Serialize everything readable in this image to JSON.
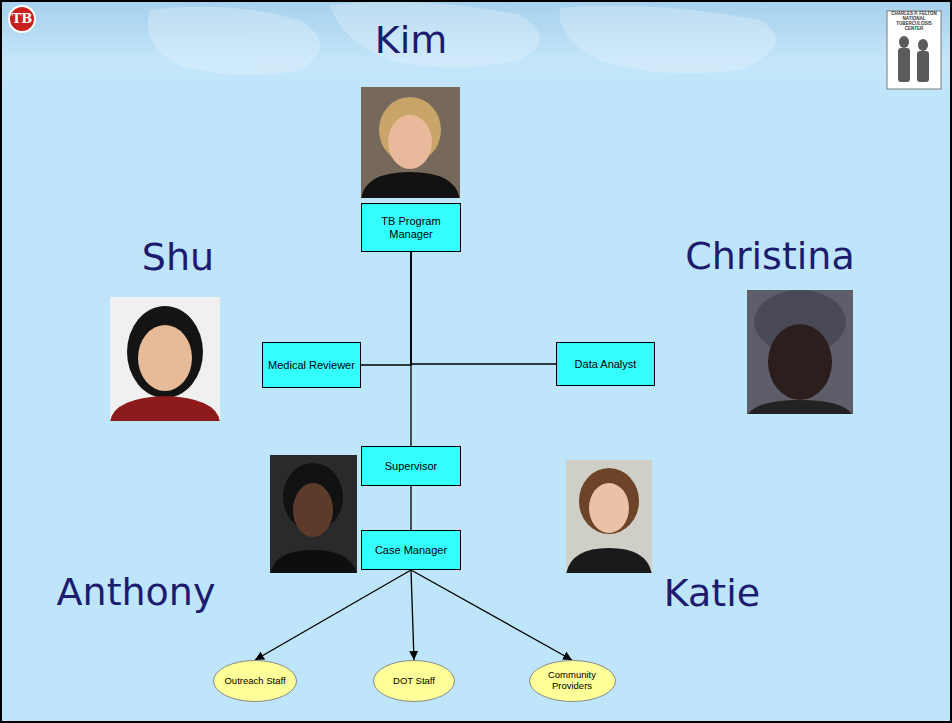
{
  "diagram": {
    "nodes": [
      {
        "text": [
          "TB Program Manager"
        ]
      },
      {
        "text": [
          "Medical Reviewer"
        ]
      },
      {
        "text": [
          "Data Analyst"
        ]
      },
      {
        "text": [
          "Supervisor"
        ]
      },
      {
        "text": [
          "Case Manager"
        ]
      },
      {
        "text": [
          "Outreach Staff"
        ]
      },
      {
        "text": [
          "DOT Staff"
        ]
      },
      {
        "text": [
          "Community Providers"
        ]
      }
    ],
    "edges": [
      {
        "from": 0,
        "to": 1,
        "arrow": "none"
      },
      {
        "from": 0,
        "to": 2,
        "arrow": "none"
      },
      {
        "from": 0,
        "to": 3,
        "arrow": "none"
      },
      {
        "from": 3,
        "to": 4,
        "arrow": "none"
      },
      {
        "from": 4,
        "to": 5,
        "arrow": "to"
      },
      {
        "from": 4,
        "to": 6,
        "arrow": "to"
      },
      {
        "from": 4,
        "to": 7,
        "arrow": "to"
      }
    ],
    "labels": [
      "TB",
      "CHARLES P. FELTON NATIONAL TUBERCULOSIS CENTER",
      "Kim",
      "Shu",
      "Christina",
      "Anthony",
      "Katie"
    ]
  }
}
